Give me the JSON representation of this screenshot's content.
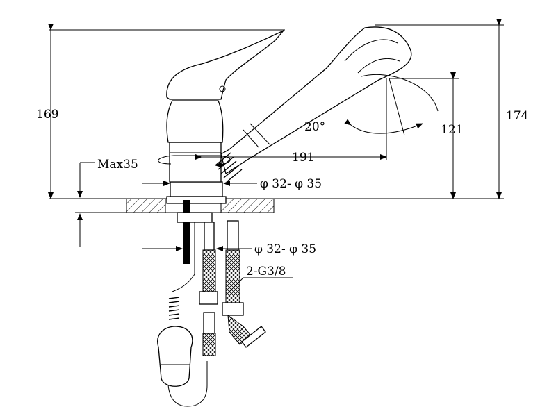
{
  "dimensions": {
    "height_handle": "169",
    "height_spout": "174",
    "spout_rise": "121",
    "spout_reach": "191",
    "swivel_angle": "20°",
    "max_deck": "Max35",
    "hole_dia_top": "φ 32- φ 35",
    "hole_dia_bottom": "φ 32- φ 35",
    "hose_thread": "2-G3/8"
  },
  "colors": {
    "line": "#000000",
    "background": "#ffffff"
  }
}
